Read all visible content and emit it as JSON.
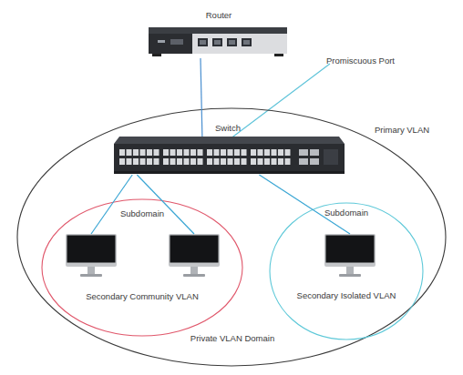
{
  "diagram": {
    "nodes": [
      {
        "text": [
          "Router"
        ]
      },
      {
        "text": [
          "Primary VLAN",
          "Private VLAN Domain"
        ]
      },
      {
        "text": [
          "Switch"
        ],
        "in": 1
      },
      {
        "text": [
          "Subdomain",
          "Secondary Community VLAN"
        ],
        "in": 1
      },
      {
        "text": [],
        "in": 3
      },
      {
        "text": [],
        "in": 3
      },
      {
        "text": [
          "Subdomain",
          "Secondary Isolated VLAN"
        ],
        "in": 1
      },
      {
        "text": [],
        "in": 6
      }
    ],
    "edges": [
      {
        "from": 0,
        "to": 2,
        "arrow": "none"
      },
      {
        "from": 2,
        "to": 4,
        "arrow": "none"
      },
      {
        "from": 2,
        "to": 5,
        "arrow": "none"
      },
      {
        "from": 2,
        "to": 7,
        "arrow": "none"
      }
    ],
    "labels": [
      "Promiscuous Port"
    ]
  }
}
